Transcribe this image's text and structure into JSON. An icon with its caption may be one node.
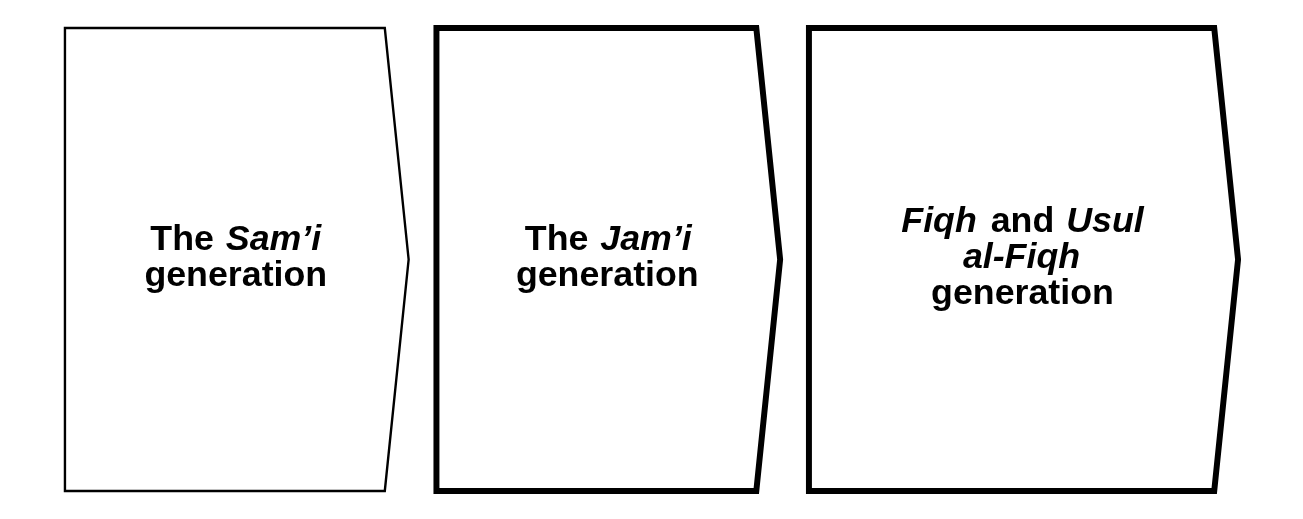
{
  "diagram": {
    "nodes": [
      {
        "text": [
          "The *Sam’i* generation"
        ]
      },
      {
        "text": [
          "The *Jam’i* generation"
        ]
      },
      {
        "text": [
          "*Fiqh* and *Usul al-Fiqh*",
          "generation"
        ]
      }
    ]
  }
}
